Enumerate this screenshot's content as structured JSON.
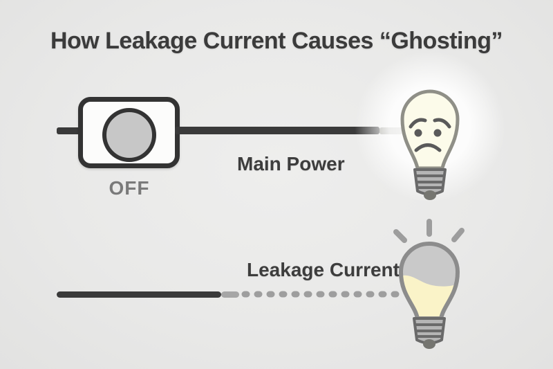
{
  "title": "How Leakage Current Causes “Ghosting”",
  "scene": {
    "switch": {
      "label": "OFF",
      "state": "off"
    },
    "labels": {
      "main_power": "Main Power",
      "leakage_current": "Leakage Current"
    },
    "bulbs": {
      "main": {
        "icon": "sad-dim-bulb-icon",
        "expression": "sad",
        "glow": "soft white halo"
      },
      "leakage": {
        "icon": "half-lit-bulb-icon",
        "state": "faint glow with rays",
        "fill": "gray top, pale yellow bottom"
      }
    },
    "wires": {
      "main": "solid dark wire from switch to bulb",
      "leakage": "solid dark wire fading into gray dashed wire to bulb"
    },
    "colors": {
      "background": "#e9e9e9",
      "wire_dark": "#3a3a3a",
      "wire_dashed_gray": "#9e9e9e",
      "switch_outline": "#333333",
      "knob_gray": "#c7c7c7",
      "bulb_warm_white": "#fbfaе9",
      "bulb_yellow": "#faf3c8",
      "bulb_gray_top": "#c9c9c9",
      "bulb_outline": "#8f8f87",
      "text_dark": "#3b3b3b",
      "text_gray": "#7a7a7a"
    }
  }
}
